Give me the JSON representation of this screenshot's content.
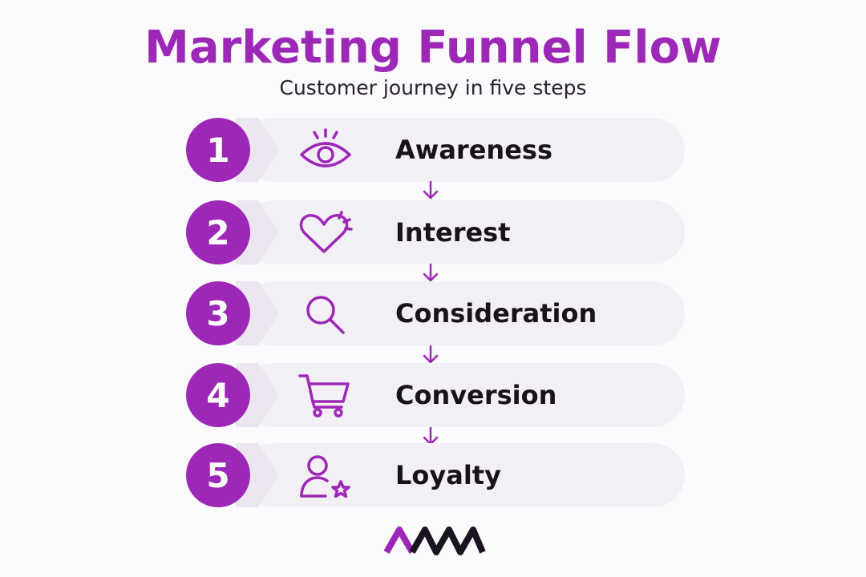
{
  "title": "Marketing Funnel Flow",
  "subtitle": "Customer journey in five steps",
  "colors": {
    "accent": "#9d27b6",
    "band": "#f3f0f5",
    "text": "#17121b",
    "logo_dark": "#1b1420"
  },
  "steps": [
    {
      "number": "1",
      "label": "Awareness",
      "icon": "eye-icon"
    },
    {
      "number": "2",
      "label": "Interest",
      "icon": "heart-icon"
    },
    {
      "number": "3",
      "label": "Consideration",
      "icon": "magnifier-icon"
    },
    {
      "number": "4",
      "label": "Conversion",
      "icon": "cart-icon"
    },
    {
      "number": "5",
      "label": "Loyalty",
      "icon": "user-star-icon"
    }
  ]
}
